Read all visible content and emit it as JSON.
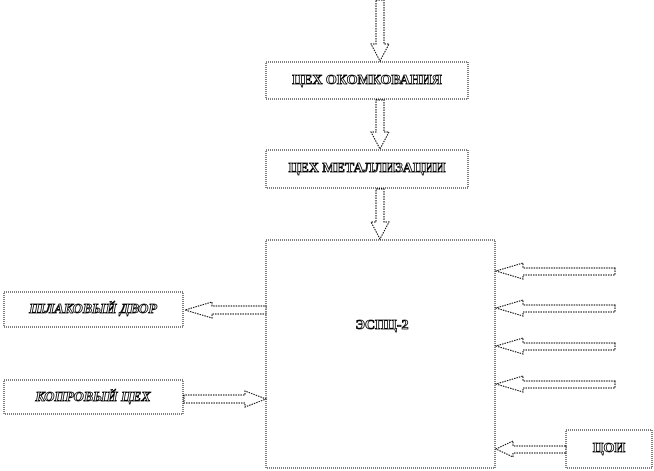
{
  "diagram": {
    "nodes": {
      "pelletizing": "ЦЕХ ОКОМКОВАНИЯ",
      "metallization": "ЦЕХ МЕТАЛЛИЗАЦИИ",
      "espc": "ЭСПЦ-2",
      "slag_yard": "ШЛАКОВЫЙ ДВОР",
      "scrap_shop": "КОПРОВЫЙ  ЦЕХ",
      "tsoi": "ЦОИ"
    },
    "edges": [
      {
        "from": "external",
        "to": "pelletizing"
      },
      {
        "from": "pelletizing",
        "to": "metallization"
      },
      {
        "from": "metallization",
        "to": "espc"
      },
      {
        "from": "espc",
        "to": "slag_yard"
      },
      {
        "from": "scrap_shop",
        "to": "espc"
      },
      {
        "from": "external",
        "to": "espc"
      },
      {
        "from": "external",
        "to": "espc"
      },
      {
        "from": "external",
        "to": "espc"
      },
      {
        "from": "external",
        "to": "espc"
      },
      {
        "from": "tsoi",
        "to": "espc"
      }
    ]
  }
}
